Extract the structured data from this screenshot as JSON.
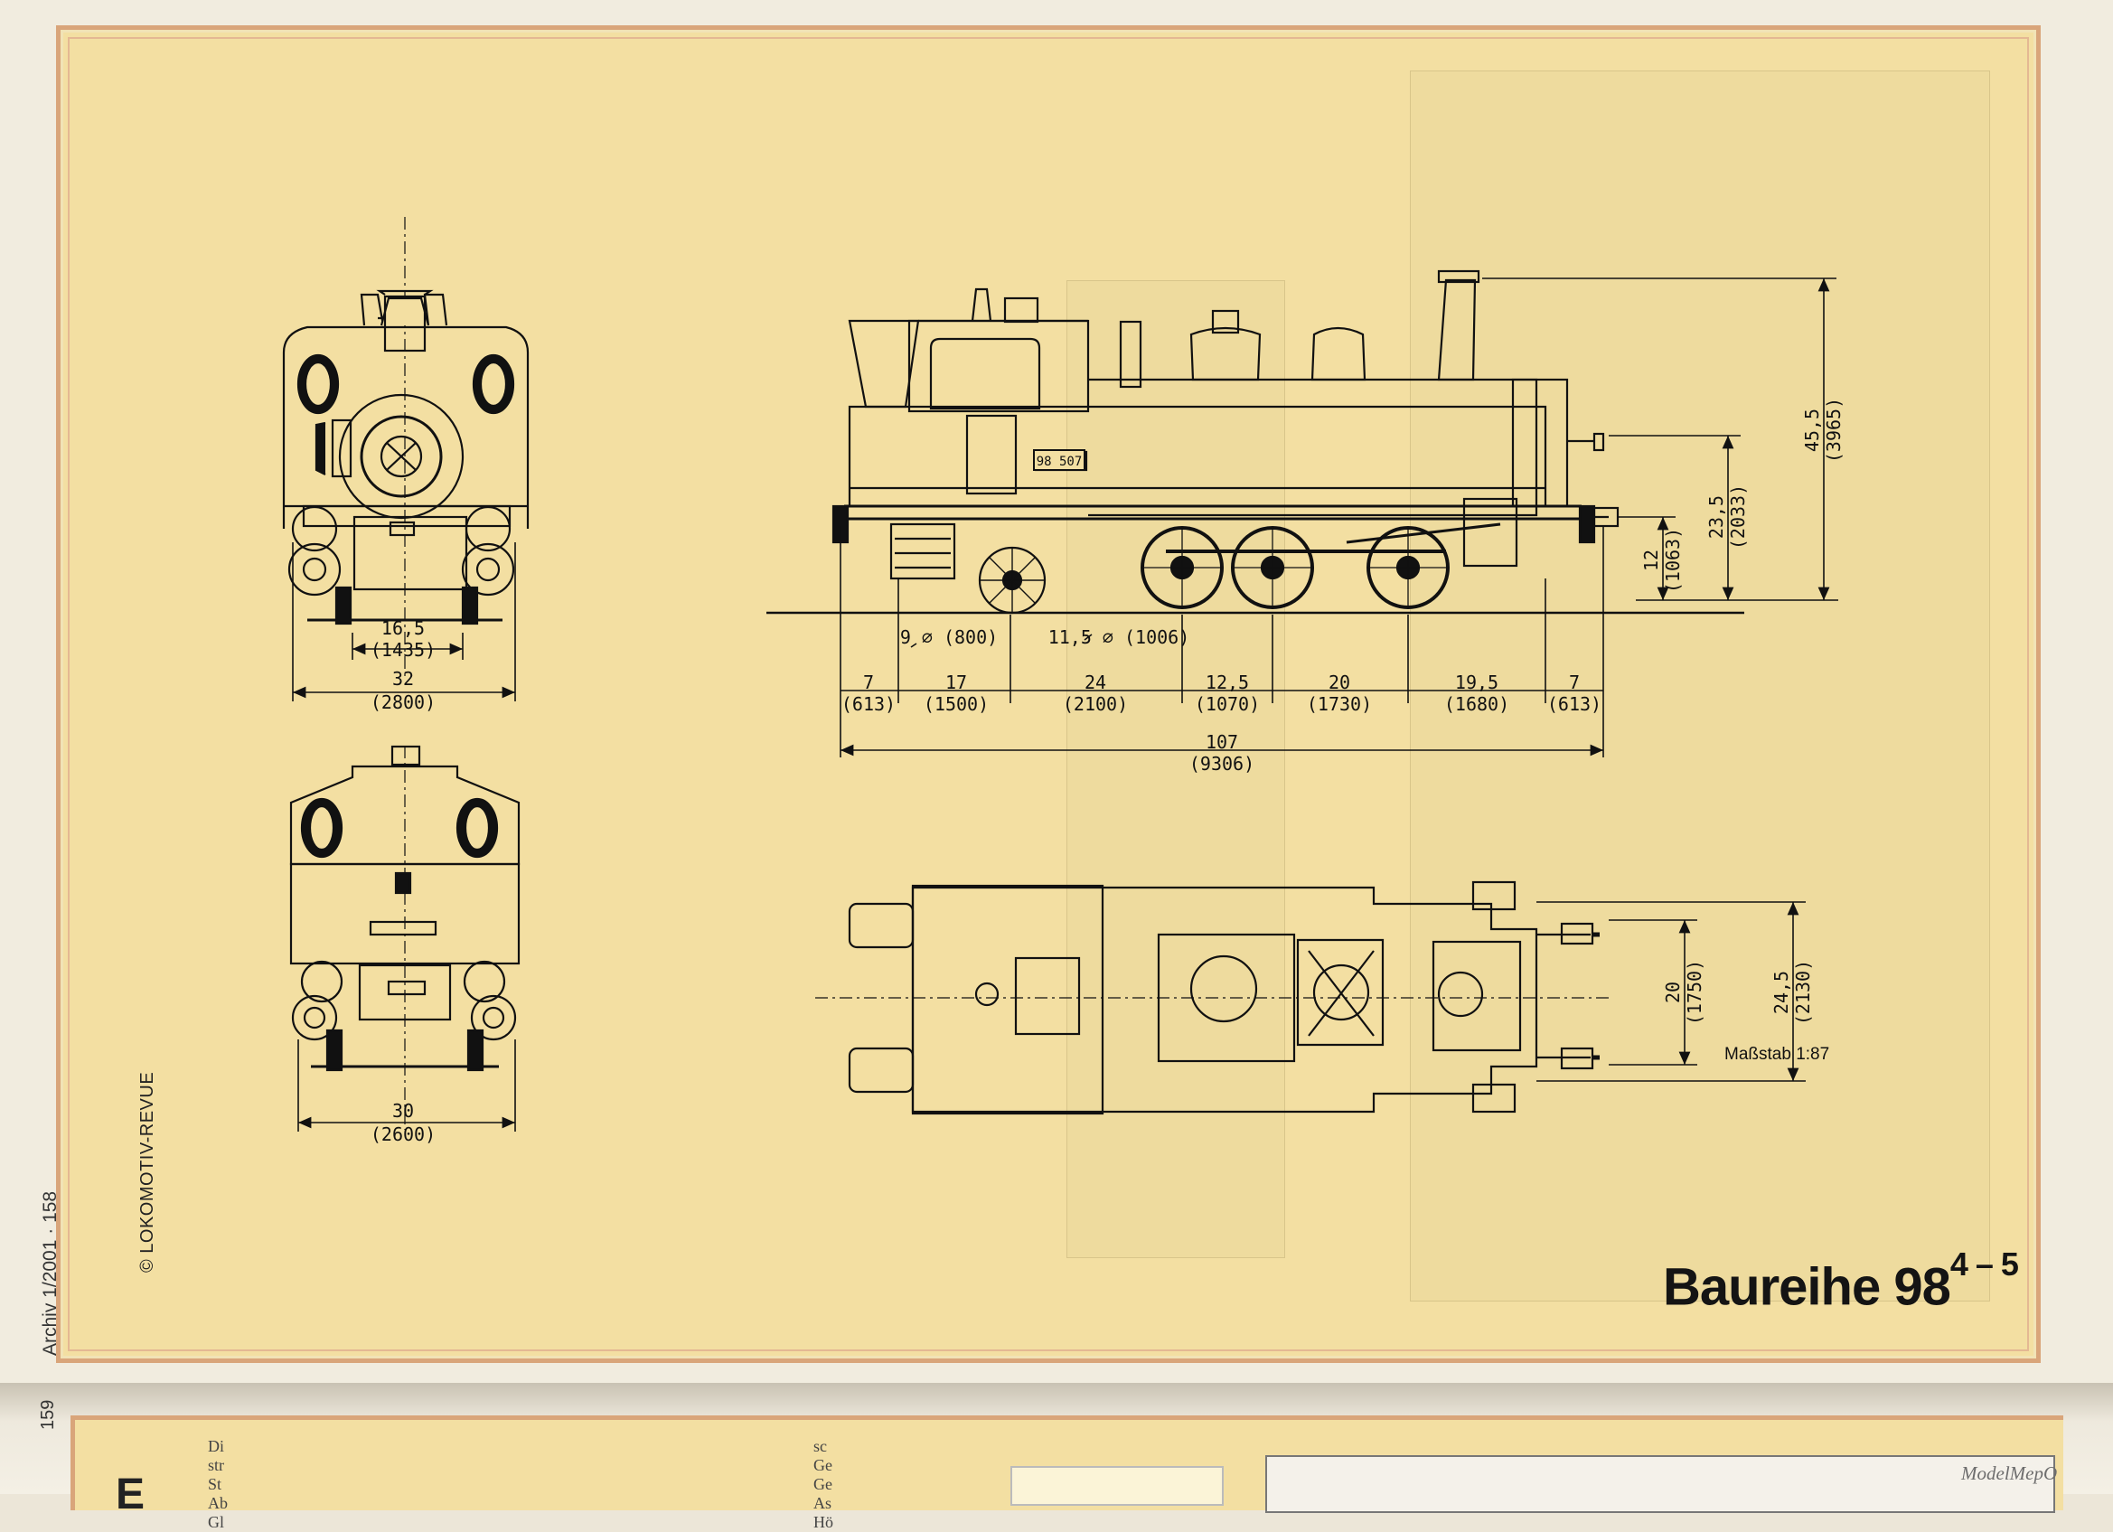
{
  "title": {
    "main": "Baureihe 98",
    "superscript": "4 – 5"
  },
  "scale_note": "Maßstab 1:87",
  "copyright": "© LOKOMOTIV-REVUE",
  "page_ref": "Archiv 1/2001 · 158",
  "side_view": {
    "number_plate": "98 507",
    "wheel_dims": [
      {
        "label": "9 ⌀ (800)"
      },
      {
        "label": "11,5 ⌀ (1006)"
      }
    ],
    "horizontal_dims": [
      {
        "mm": "7",
        "real": "(613)"
      },
      {
        "mm": "17",
        "real": "(1500)"
      },
      {
        "mm": "24",
        "real": "(2100)"
      },
      {
        "mm": "12,5",
        "real": "(1070)"
      },
      {
        "mm": "20",
        "real": "(1730)"
      },
      {
        "mm": "19,5",
        "real": "(1680)"
      },
      {
        "mm": "7",
        "real": "(613)"
      }
    ],
    "overall_length": {
      "mm": "107",
      "real": "(9306)"
    },
    "vertical_dims": [
      {
        "mm": "12",
        "real": "(1063)"
      },
      {
        "mm": "23,5",
        "real": "(2033)"
      },
      {
        "mm": "45,5",
        "real": "(3965)"
      }
    ]
  },
  "front_view": {
    "gauge": {
      "mm": "16,5",
      "real": "(1435)"
    },
    "width": {
      "mm": "32",
      "real": "(2800)"
    }
  },
  "rear_view": {
    "width": {
      "mm": "30",
      "real": "(2600)"
    }
  },
  "top_view": {
    "vertical_dims": [
      {
        "mm": "20",
        "real": "(1750)"
      },
      {
        "mm": "24,5",
        "real": "(2130)"
      }
    ]
  },
  "next_page": {
    "big_letter": "E",
    "page_number": "159",
    "col1": "Di\nstr\nSt\nAb\nGl",
    "col2": "sc\nGe\nGe\nAs\nHö"
  },
  "watermark": "ModelMepO"
}
